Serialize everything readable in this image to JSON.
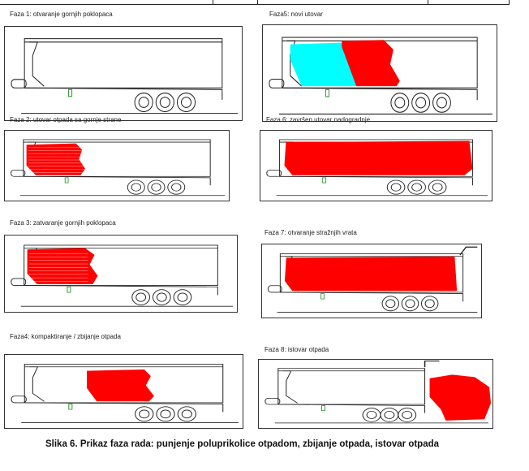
{
  "figure": {
    "phases": [
      {
        "id": 1,
        "label": "Faza 1: otvaranje gornjih poklopaca",
        "fill": "none"
      },
      {
        "id": 2,
        "label": "Faza 2: utovar otpada sa gornje strane",
        "fill": "front-partial"
      },
      {
        "id": 3,
        "label": "Faza 3: zatvaranje gornjih poklopaca",
        "fill": "front-larger"
      },
      {
        "id": 4,
        "label": "Faza4: kompaktiranje / zbijanje otpada",
        "fill": "compacted-middle"
      },
      {
        "id": 5,
        "label": "Faza5: novi utovar",
        "fill": "new-load-and-compacted"
      },
      {
        "id": 6,
        "label": "Faza 6: završen utovar nadogradnje",
        "fill": "full"
      },
      {
        "id": 7,
        "label": "Faza 7: otvaranje stražnjih vrata",
        "fill": "full-door-open"
      },
      {
        "id": 8,
        "label": "Faza 8: istovar otpada",
        "fill": "unloading"
      }
    ],
    "caption": "Slika 6. Prikaz faza rada: punjenje poluprikolice otpadom, zbijanje otpada, istovar otpada",
    "colors": {
      "waste": "#ff0000",
      "new_load": "#00ffff",
      "line": "#222222"
    }
  }
}
